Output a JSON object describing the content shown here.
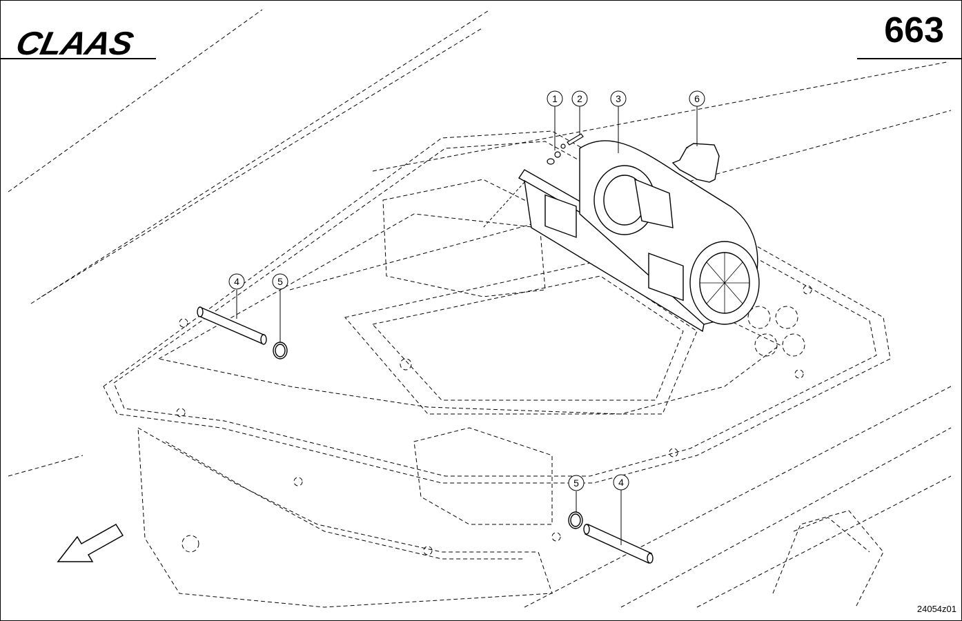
{
  "header": {
    "brand": "CLAAS",
    "page_number": "663"
  },
  "footer": {
    "drawing_id": "24054z01"
  },
  "callouts": [
    {
      "label": "1",
      "part": "washer"
    },
    {
      "label": "2",
      "part": "screw"
    },
    {
      "label": "3",
      "part": "blower-fan-unit"
    },
    {
      "label": "4",
      "part": "hose"
    },
    {
      "label": "5",
      "part": "hose-clamp"
    },
    {
      "label": "6",
      "part": "resistor-module"
    }
  ],
  "colors": {
    "line": "#000000",
    "background": "#ffffff"
  }
}
